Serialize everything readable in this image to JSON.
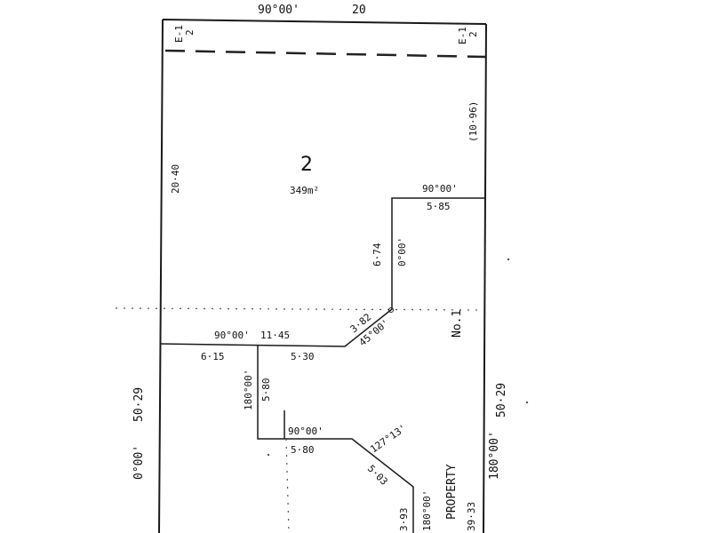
{
  "plan": {
    "top_bearing": "90°00'",
    "top_distance": "20",
    "easement_left": "E-1\n2",
    "easement_right": "E-1\n2",
    "lot_number": "2",
    "lot_area": "349m²",
    "left_side_length": "20·40",
    "right_side_length": "(10·96)",
    "notch_bearing_top": "90°00'",
    "notch_length_top": "5·85",
    "vertical_length": "6·74",
    "vertical_bearing": "0°00'",
    "diag_length": "3·82",
    "diag_bearing": "45°00'",
    "lot_no_mark": "No.1",
    "bottom_bearing": "90°00'",
    "bottom_length_a": "11·45",
    "bottom_seg_1": "6·15",
    "bottom_seg_2": "5·30",
    "left_outer_bearing": "0°00'",
    "left_outer_length": "50·29",
    "right_outer_length": "50·29",
    "right_outer_bearing": "180°00'",
    "inner_vertical_bearing": "180°00'",
    "inner_vertical_length": "5·80",
    "inner_horizontal_bearing": "90°00'",
    "inner_horizontal_length": "5·80",
    "angle_127": "127°13'",
    "diag2_length": "5·03",
    "property_label": "PROPERTY",
    "right_bottom_length": "39·33",
    "bottom_right_bearing": "180°00'",
    "bottom_right_length": "3·93"
  }
}
